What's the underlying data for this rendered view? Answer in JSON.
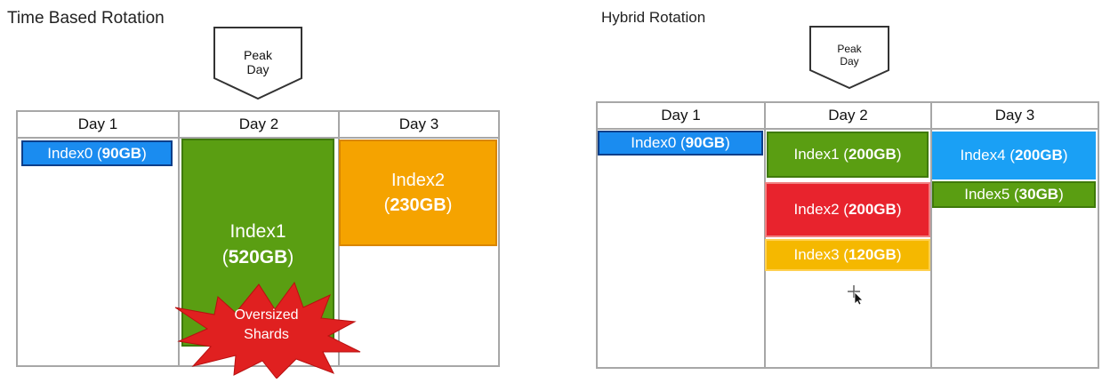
{
  "left": {
    "title": "Time Based Rotation",
    "peak": {
      "line1": "Peak",
      "line2": "Day"
    },
    "days": [
      "Day 1",
      "Day 2",
      "Day 3"
    ],
    "indices": [
      {
        "name": "Index0",
        "size": "90GB",
        "color": "#1a8cf0"
      },
      {
        "name": "Index1",
        "size": "520GB",
        "color": "#5a9e12"
      },
      {
        "name": "Index2",
        "size": "230GB",
        "color": "#f5a300"
      }
    ],
    "burst": {
      "line1": "Oversized",
      "line2": "Shards",
      "color": "#e02020"
    }
  },
  "right": {
    "title": "Hybrid Rotation",
    "peak": {
      "line1": "Peak",
      "line2": "Day"
    },
    "days": [
      "Day 1",
      "Day 2",
      "Day 3"
    ],
    "indices": [
      {
        "name": "Index0",
        "size": "90GB",
        "color": "#1a8cf0"
      },
      {
        "name": "Index1",
        "size": "200GB",
        "color": "#5a9e12"
      },
      {
        "name": "Index2",
        "size": "200GB",
        "color": "#e8232d"
      },
      {
        "name": "Index3",
        "size": "120GB",
        "color": "#f5b800"
      },
      {
        "name": "Index4",
        "size": "200GB",
        "color": "#1aa0f5"
      },
      {
        "name": "Index5",
        "size": "30GB",
        "color": "#5a9e12"
      }
    ]
  }
}
